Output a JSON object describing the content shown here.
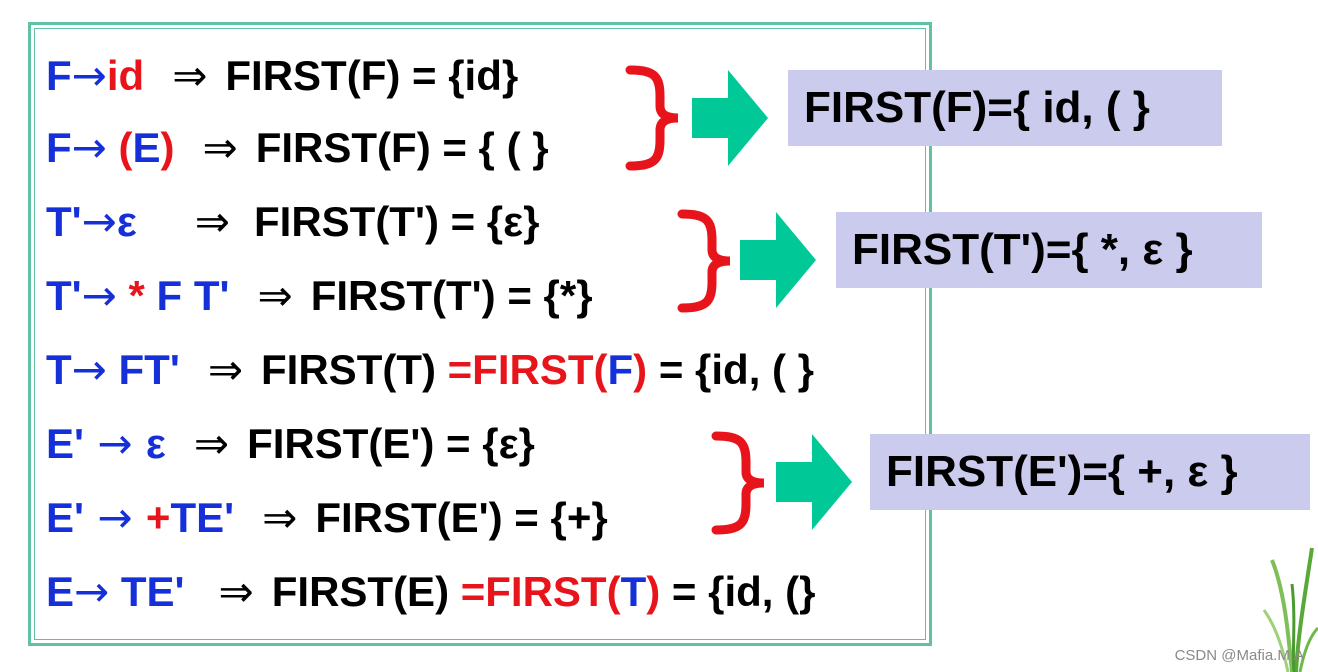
{
  "rules": [
    {
      "lhs": "F",
      "arrow": "→",
      "rhs": "id",
      "imp": "⇒",
      "first": "FIRST(F) = {id}"
    },
    {
      "lhs": "F",
      "arrow": "→",
      "rhs": " (E)",
      "rhs_open": " (",
      "rhs_mid": "E",
      "rhs_close": ")",
      "imp": "⇒",
      "first": "FIRST(F) = { ( }"
    },
    {
      "lhs": "T'",
      "arrow": "→",
      "rhs": "ε",
      "imp": "⇒",
      "first": "FIRST(T') = {ε}"
    },
    {
      "lhs": "T'",
      "arrow": "→",
      "rhs_star": " *",
      "rhs_rest": " F T'",
      "imp": "⇒",
      "first": "FIRST(T') = {*}"
    },
    {
      "lhs": "T",
      "arrow": "→",
      "rhs": " FT'",
      "imp": "⇒",
      "first_a": "FIRST(T) ",
      "first_b": "=FIRST(",
      "first_c": "F",
      "first_d": ")",
      "first_e": " = {id, ( }"
    },
    {
      "lhs": "E'",
      "arrow": " → ",
      "rhs": "ε",
      "imp": "⇒",
      "first": "FIRST(E') = {ε}"
    },
    {
      "lhs": "E'",
      "arrow": " → ",
      "rhs_plus": "+",
      "rhs_rest": "TE'",
      "imp": "⇒",
      "first": "FIRST(E') = {+}"
    },
    {
      "lhs": "E",
      "arrow": "→",
      "rhs": " TE'",
      "imp": "⇒",
      "first_a": "FIRST(E) ",
      "first_b": "=FIRST(",
      "first_c": "T",
      "first_d": ")",
      "first_e": " = {id, (}"
    }
  ],
  "results": {
    "f": "FIRST(F)={ id, ( }",
    "t_prime": "FIRST(T')={ *, ε }",
    "e_prime": "FIRST(E')={ +, ε }"
  },
  "colors": {
    "nonterminal": "#1530d8",
    "terminal": "#e8141c",
    "brace": "#e8141c",
    "arrow_fill": "#00c896",
    "result_bg": "#cbcbee",
    "frame": "#5fc2a4"
  },
  "watermark": "CSDN @Mafia.M.A"
}
